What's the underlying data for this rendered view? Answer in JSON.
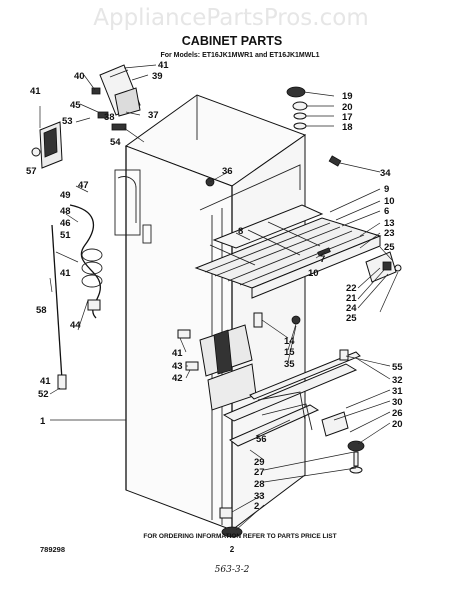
{
  "watermark": "AppliancePartsPros.com",
  "title": "CABINET PARTS",
  "models": "For Models: ET16JK1MWR1  and ET16JK1MWL1",
  "footer": {
    "ordering_note": "FOR ORDERING INFORMATION REFER TO PARTS PRICE LIST",
    "page_number": "2",
    "doc_number": "789298",
    "handwritten": "563-3-2"
  },
  "callouts": [
    "41",
    "40",
    "39",
    "41",
    "45",
    "38",
    "37",
    "53",
    "36",
    "54",
    "57",
    "47",
    "49",
    "48",
    "46",
    "51",
    "41",
    "58",
    "44",
    "41",
    "52",
    "1",
    "19",
    "20",
    "17",
    "18",
    "34",
    "9",
    "10",
    "6",
    "8",
    "13",
    "23",
    "25",
    "7",
    "10",
    "22",
    "21",
    "24",
    "25",
    "14",
    "15",
    "35",
    "41",
    "43",
    "42",
    "55",
    "32",
    "31",
    "30",
    "26",
    "20",
    "56",
    "29",
    "27",
    "28",
    "33",
    "2"
  ]
}
